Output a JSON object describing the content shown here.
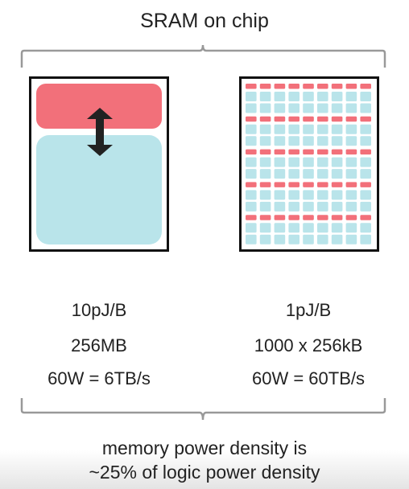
{
  "title": "SRAM on chip",
  "left_chip": {
    "energy": "10pJ/B",
    "capacity": "256MB",
    "bandwidth": "60W = 6TB/s"
  },
  "right_chip": {
    "energy": "1pJ/B",
    "capacity": "1000 x 256kB",
    "bandwidth": "60W = 60TB/s"
  },
  "footer": {
    "line1": "memory power density is",
    "line2": "~25% of logic power density"
  },
  "colors": {
    "logic": "#f2707a",
    "memory": "#b9e4ea",
    "outline": "#111111",
    "brace": "#999999"
  }
}
